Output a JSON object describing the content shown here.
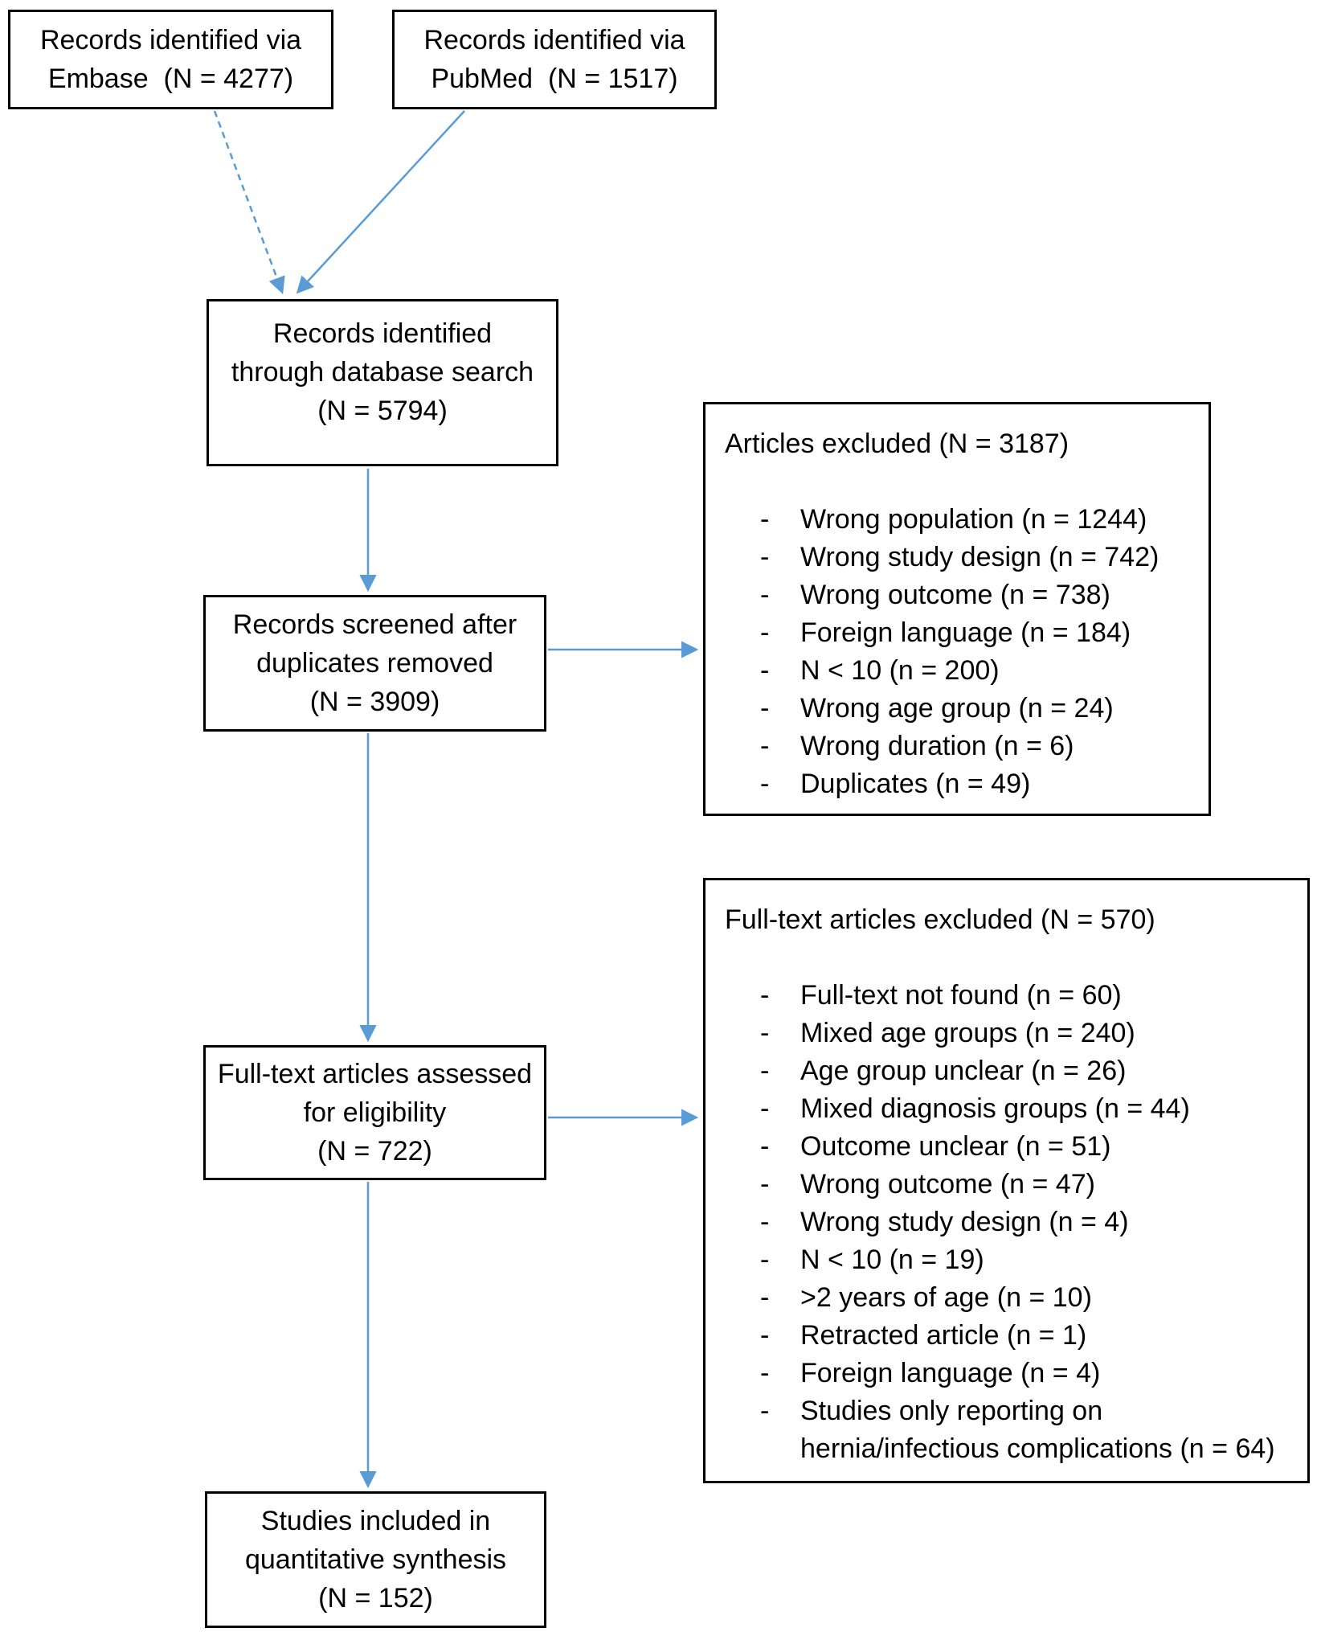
{
  "diagram": {
    "bullet": "-",
    "colors": {
      "arrow": "#5b9bd5",
      "box_border": "#000000",
      "background": "#ffffff",
      "text": "#000000"
    },
    "boxes": {
      "embase": {
        "lines": [
          "Records identified via",
          "Embase  (N = 4277)"
        ]
      },
      "pubmed": {
        "lines": [
          "Records identified via",
          "PubMed  (N = 1517)"
        ]
      },
      "database_search": {
        "lines": [
          "Records identified",
          "through database search",
          "(N = 5794)"
        ]
      },
      "screened": {
        "lines": [
          "Records screened after",
          "duplicates removed",
          "(N = 3909)"
        ]
      },
      "excluded_screening": {
        "title": "Articles excluded (N = 3187)",
        "items": [
          "Wrong population (n = 1244)",
          "Wrong study design (n = 742)",
          "Wrong outcome (n = 738)",
          "Foreign language (n = 184)",
          "N < 10 (n = 200)",
          "Wrong age group (n = 24)",
          "Wrong duration (n = 6)",
          "Duplicates (n = 49)"
        ]
      },
      "fulltext_assessed": {
        "lines": [
          "Full-text articles assessed",
          "for eligibility",
          "(N = 722)"
        ]
      },
      "excluded_fulltext": {
        "title": "Full-text articles excluded (N = 570)",
        "items": [
          "Full-text not found (n = 60)",
          "Mixed age groups (n = 240)",
          "Age group unclear (n = 26)",
          "Mixed diagnosis groups (n = 44)",
          "Outcome unclear (n = 51)",
          "Wrong outcome (n = 47)",
          "Wrong study design (n = 4)",
          "N < 10 (n = 19)",
          ">2 years of age (n = 10)",
          "Retracted article (n = 1)",
          "Foreign language (n = 4)",
          "Studies only reporting on\nhernia/infectious complications (n = 64)"
        ]
      },
      "included": {
        "lines": [
          "Studies included in",
          "quantitative synthesis",
          "(N = 152)"
        ]
      }
    }
  }
}
